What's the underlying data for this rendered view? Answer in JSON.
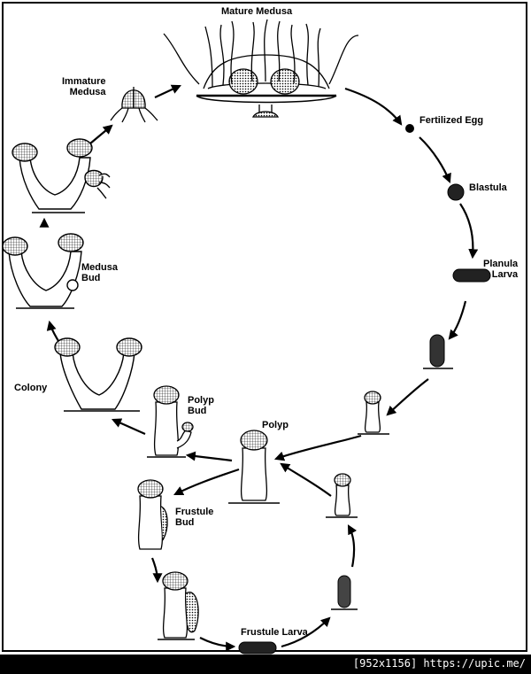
{
  "labels": {
    "mature_medusa": "Mature Medusa",
    "immature_medusa": "Immature\nMedusa",
    "fertilized_egg": "Fertilized Egg",
    "blastula": "Blastula",
    "planula_larva": "Planula\nLarva",
    "medusa_bud": "Medusa\nBud",
    "colony": "Colony",
    "polyp_bud": "Polyp\nBud",
    "polyp": "Polyp",
    "frustule_bud": "Frustule\nBud",
    "frustule_larva": "Frustule Larva"
  },
  "footer": {
    "watermark": "[952x1156] https://upic.me/"
  }
}
